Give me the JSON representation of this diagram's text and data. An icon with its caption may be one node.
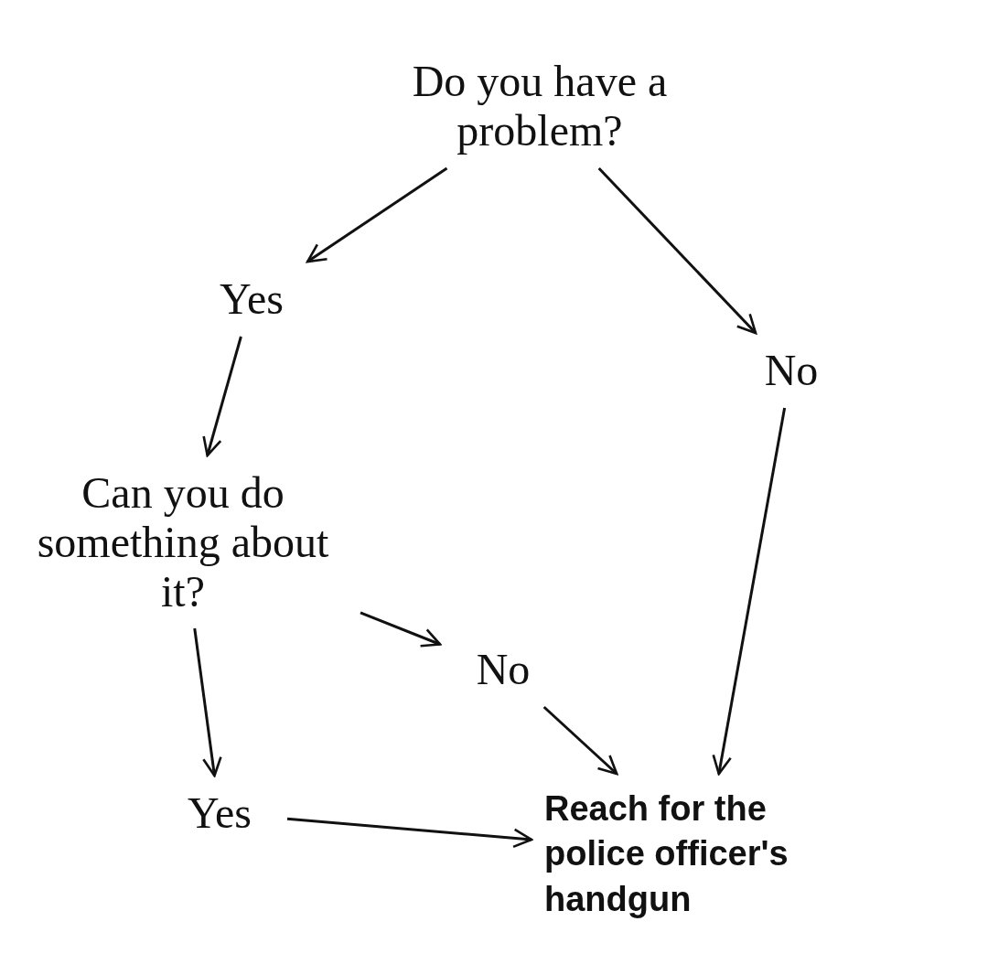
{
  "diagram": {
    "nodes": [
      {
        "text": [
          "Do you have a problem?"
        ]
      },
      {
        "text": [
          "Yes"
        ]
      },
      {
        "text": [
          "No"
        ]
      },
      {
        "text": [
          "Can you do something about it?"
        ]
      },
      {
        "text": [
          "No"
        ]
      },
      {
        "text": [
          "Yes"
        ]
      },
      {
        "text": [
          "Reach for the police officer's handgun"
        ]
      }
    ],
    "edges": [
      {
        "from": 0,
        "to": 1,
        "arrow": "to"
      },
      {
        "from": 0,
        "to": 2,
        "arrow": "to"
      },
      {
        "from": 1,
        "to": 3,
        "arrow": "to"
      },
      {
        "from": 3,
        "to": 4,
        "arrow": "to"
      },
      {
        "from": 3,
        "to": 5,
        "arrow": "to"
      },
      {
        "from": 4,
        "to": 6,
        "arrow": "to"
      },
      {
        "from": 2,
        "to": 6,
        "arrow": "to"
      },
      {
        "from": 5,
        "to": 6,
        "arrow": "to"
      }
    ]
  }
}
